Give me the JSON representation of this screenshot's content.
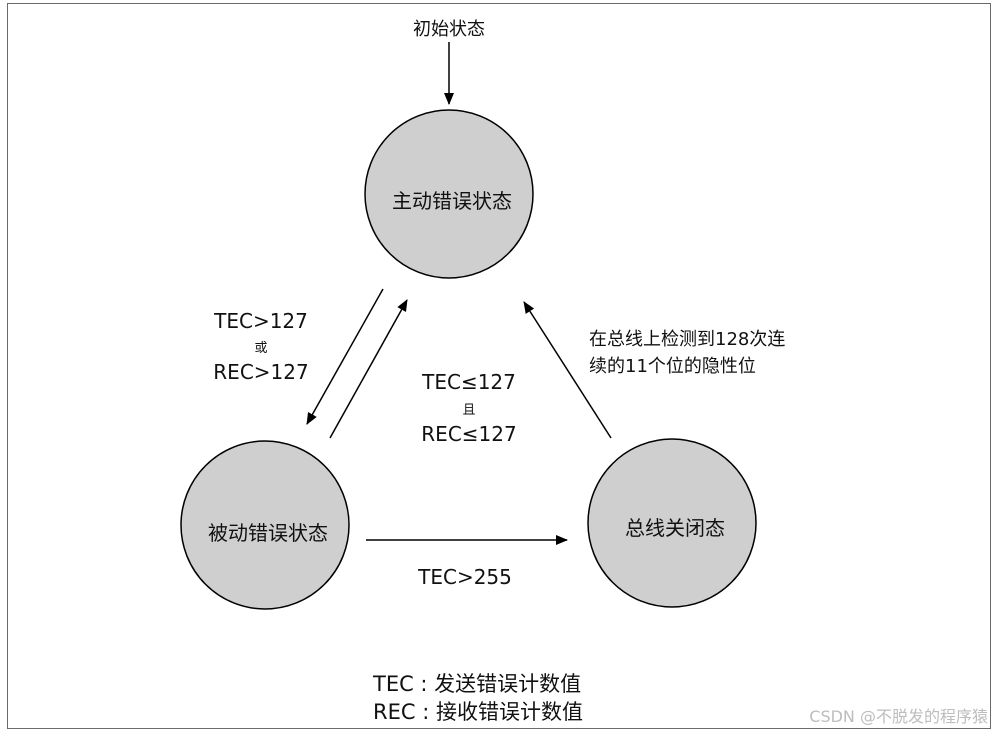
{
  "initial_state": "初始状态",
  "states": {
    "error_active": "主动错误状态",
    "error_passive": "被动错误状态",
    "bus_off": "总线关闭态"
  },
  "transitions": {
    "active_to_passive": {
      "line1": "TEC>127",
      "connector": "或",
      "line2": "REC>127"
    },
    "passive_to_active": {
      "line1": "TEC≤127",
      "connector": "且",
      "line2": "REC≤127"
    },
    "busoff_to_active": {
      "line1": "在总线上检测到128次连",
      "line2": "续的11个位的隐性位"
    },
    "passive_to_busoff": "TEC>255"
  },
  "legend": {
    "tec": "TEC : 发送错误计数值",
    "rec": "REC : 接收错误计数值"
  },
  "watermark": "CSDN @不脱发的程序猿",
  "colors": {
    "state_fill": "#cfcfcf",
    "stroke": "#000000",
    "frame": "#6a6a6a"
  }
}
